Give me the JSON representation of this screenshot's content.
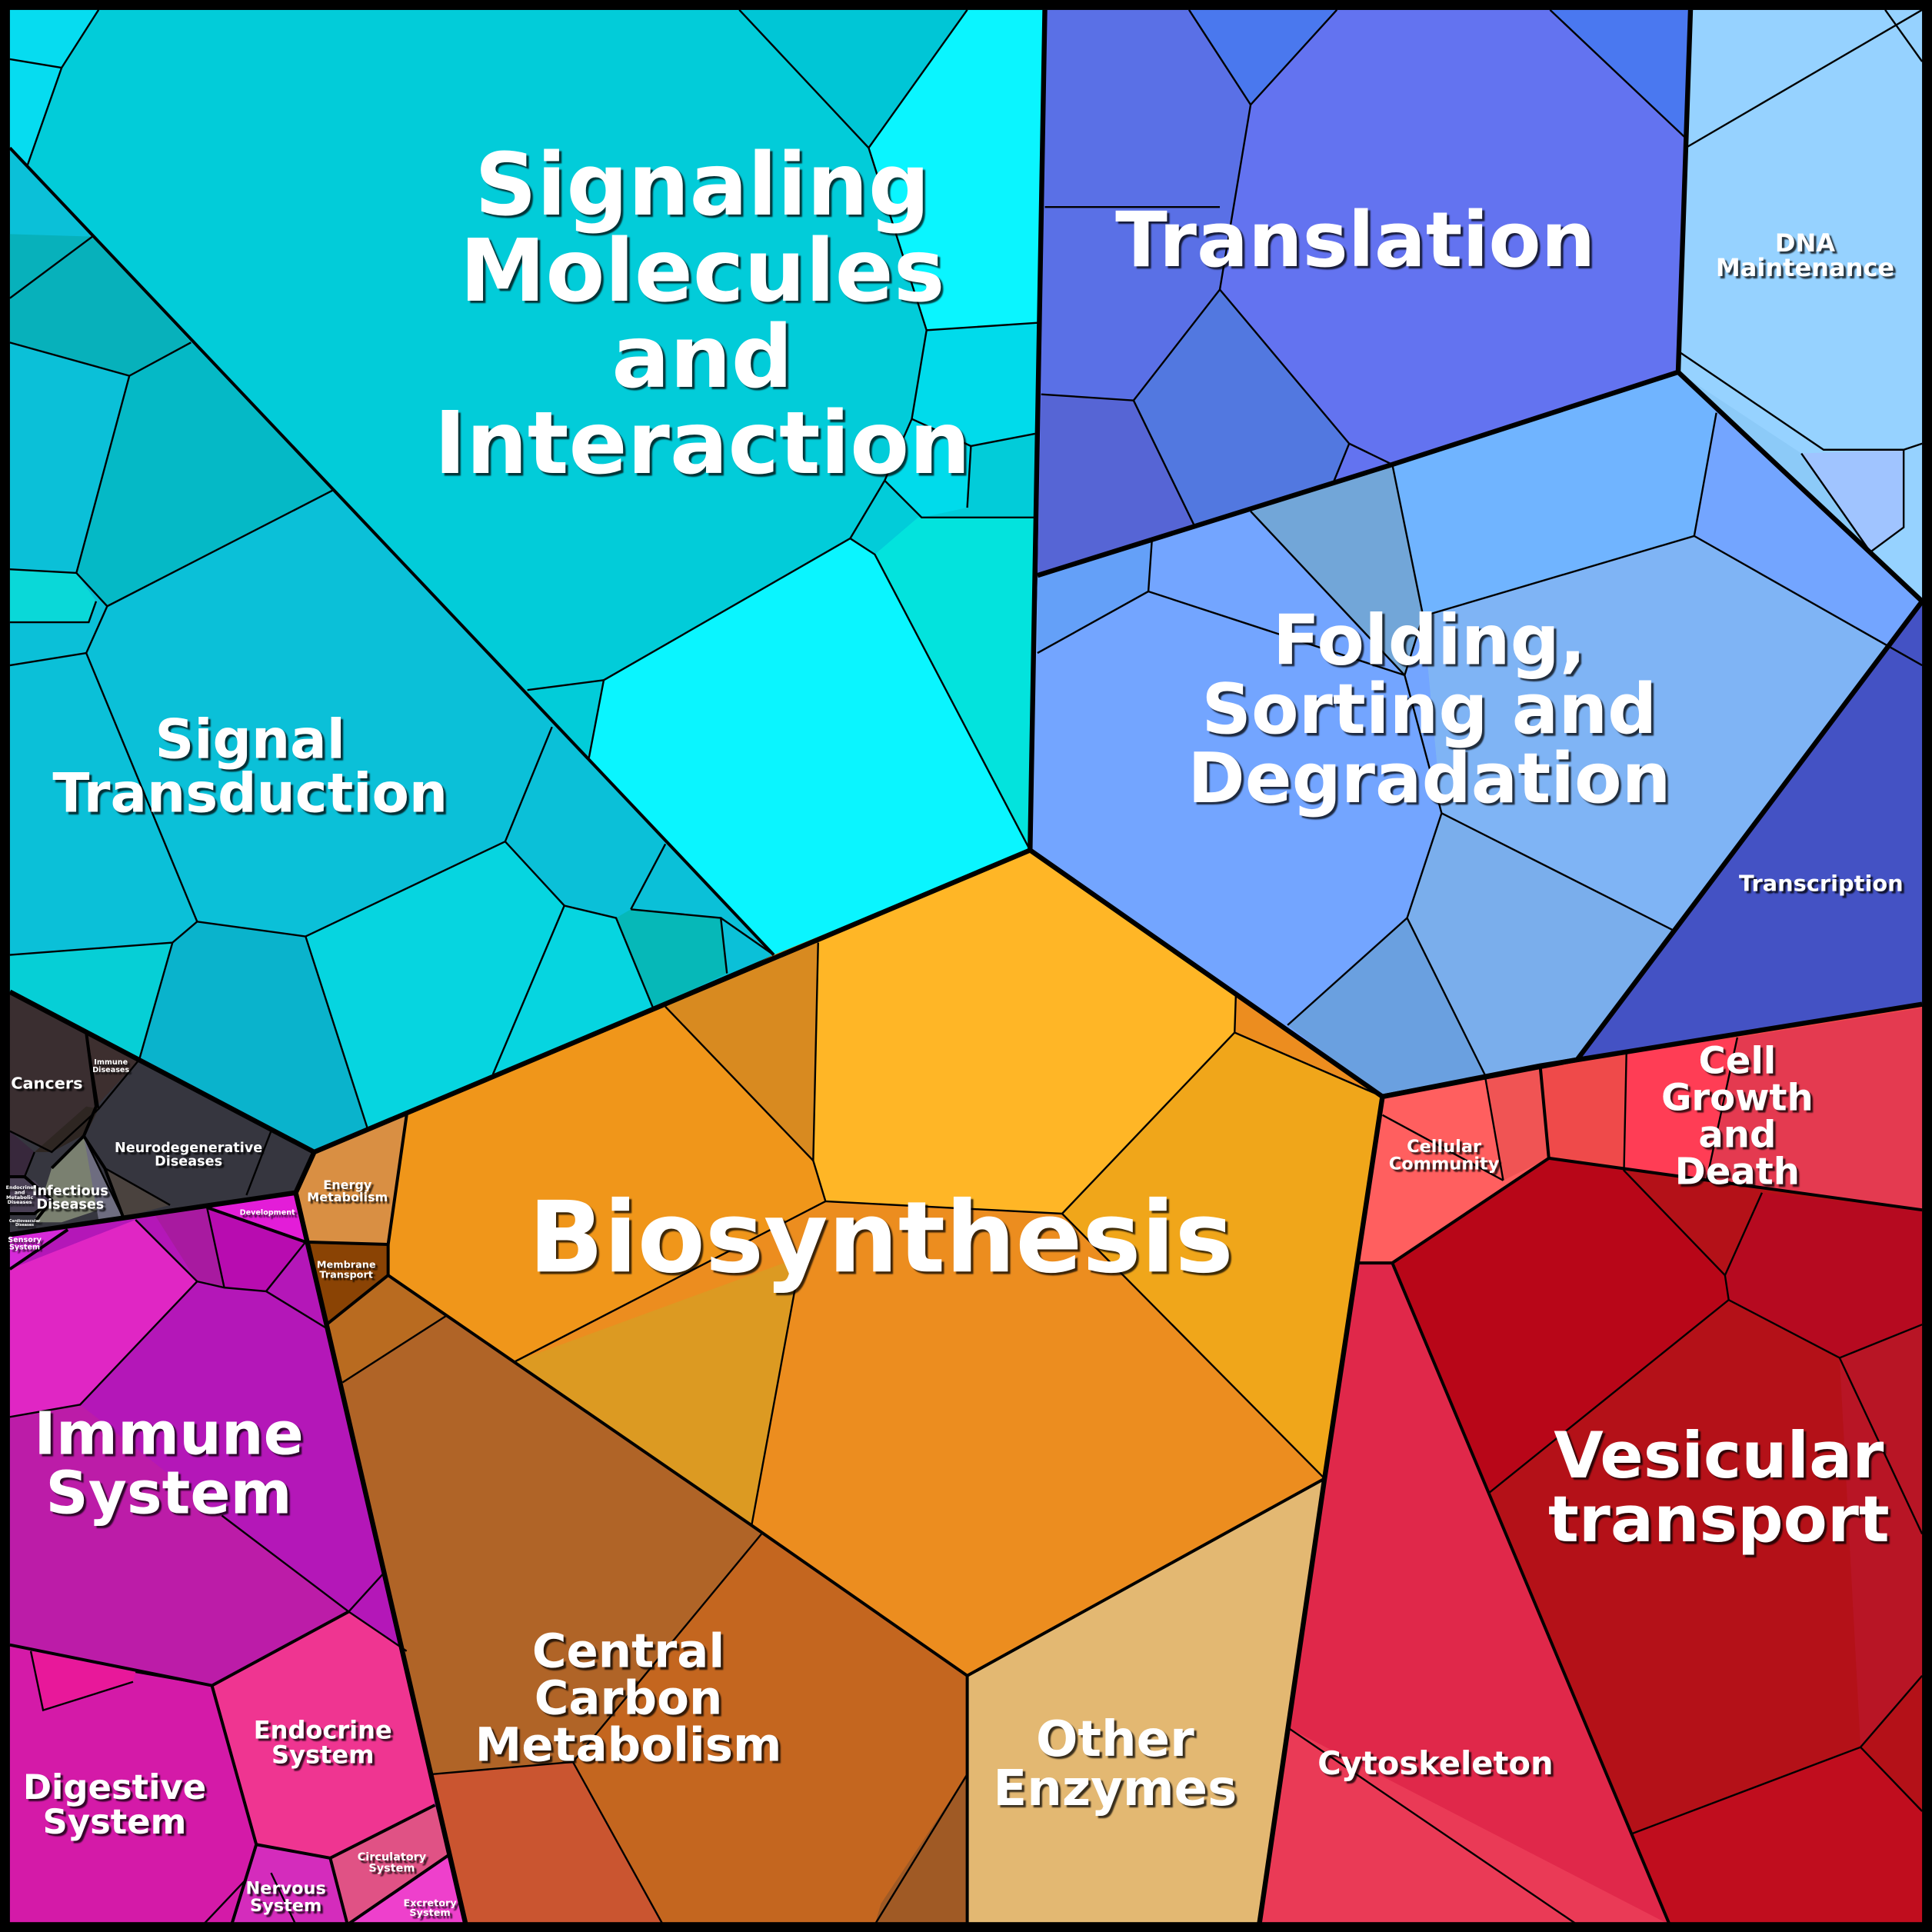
{
  "labels": {
    "signaling_molecules": "Signaling\nMolecules\nand\nInteraction",
    "translation": "Translation",
    "dna_maintenance": "DNA\nMaintenance",
    "folding": "Folding,\nSorting and\nDegradation",
    "transcription": "Transcription",
    "signal_transduction": "Signal\nTransduction",
    "cancers": "Cancers",
    "immune_diseases": "Immune\nDiseases",
    "neurodegenerative": "Neurodegenerative\nDiseases",
    "infectious": "Infectious\nDiseases",
    "endocrine_metabolic_diseases": "Endocrine\nand\nMetabolic\nDiseases",
    "cardiovascular": "Cardiovascular\nDiseases",
    "development": "Development",
    "sensory": "Sensory\nSystem",
    "energy_metabolism": "Energy\nMetabolism",
    "membrane_transport": "Membrane\nTransport",
    "biosynthesis": "Biosynthesis",
    "central_carbon": "Central\nCarbon\nMetabolism",
    "other_enzymes": "Other\nEnzymes",
    "cellular_community": "Cellular\nCommunity",
    "cell_growth": "Cell Growth\nand Death",
    "vesicular": "Vesicular\ntransport",
    "cytoskeleton": "Cytoskeleton",
    "immune_system": "Immune\nSystem",
    "digestive": "Digestive\nSystem",
    "endocrine_system": "Endocrine\nSystem",
    "nervous": "Nervous\nSystem",
    "circulatory": "Circulatory\nSystem",
    "excretory": "Excretory\nSystem"
  },
  "colors": {
    "cyan": "#00ccd8",
    "bright_cyan": "#0af5ff",
    "blue": "#6373f0",
    "light_blue": "#73a5ff",
    "orange": "#f0961a",
    "red": "#b41118",
    "magenta": "#b417b8",
    "dark": "#36363f"
  }
}
